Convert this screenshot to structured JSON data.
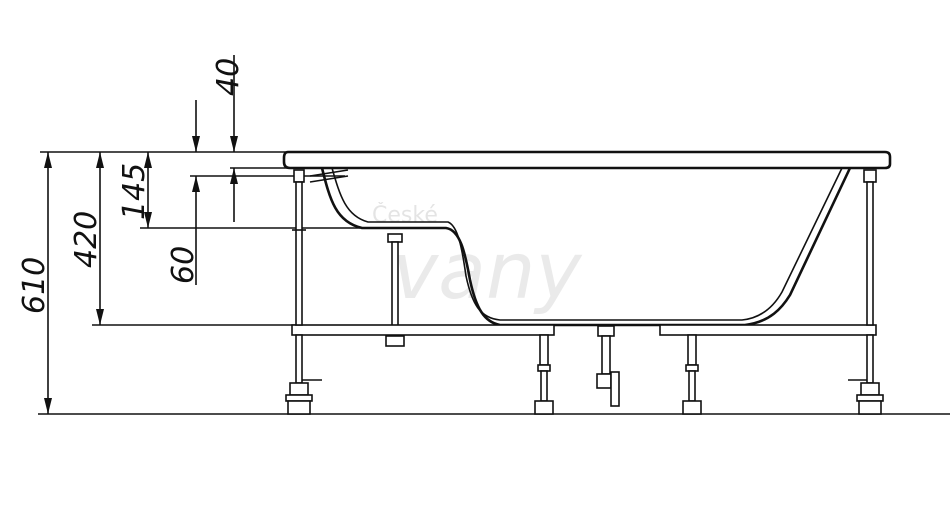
{
  "dimensions": {
    "total_height": "610",
    "inner_depth": "420",
    "step_height": "145",
    "seat_height": "60",
    "rim_thickness": "40"
  },
  "watermark": {
    "line1": "České",
    "line2": "vany"
  },
  "colors": {
    "line": "#111111",
    "background": "#ffffff",
    "watermark": "#d0d0d0"
  }
}
